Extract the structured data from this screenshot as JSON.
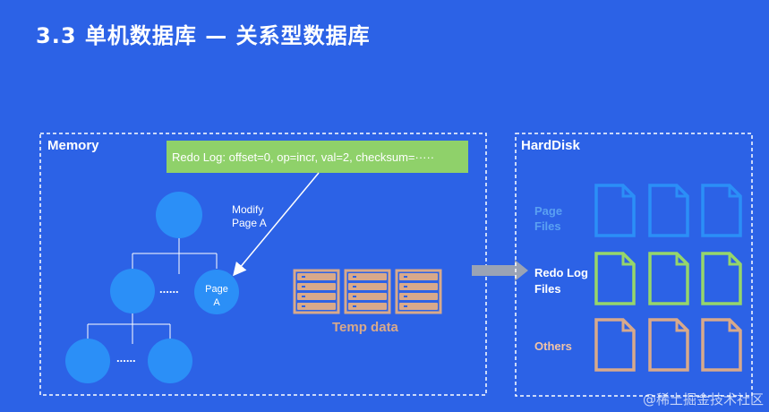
{
  "title": "3.3 单机数据库 — 关系型数据库",
  "memory": {
    "label": "Memory",
    "redo_log_entry": "Redo Log: offset=0, op=incr, val=2, checksum=·····",
    "modify_label_line1": "Modify",
    "modify_label_line2": "Page A",
    "page_node_line1": "Page",
    "page_node_line2": "A",
    "ellipsis": "......",
    "temp_data_label": "Temp data"
  },
  "harddisk": {
    "label": "HardDisk",
    "rows": [
      {
        "label_line1": "Page",
        "label_line2": "Files",
        "color": "#2b8ff7",
        "label_color": "#5aa0f2"
      },
      {
        "label_line1": "Redo Log",
        "label_line2": "Files",
        "color": "#96d66a",
        "label_color": "#ffffff"
      },
      {
        "label_line1": "Others",
        "label_line2": "",
        "color": "#d8a98b",
        "label_color": "#f2c4a6"
      }
    ]
  },
  "colors": {
    "background": "#2c62e6",
    "node": "#2b8ff7",
    "redo_box": "#8fd16a",
    "temp_data": "#d8a98b",
    "arrow": "#9aa3b5"
  },
  "watermark": "@稀土掘金技术社区"
}
